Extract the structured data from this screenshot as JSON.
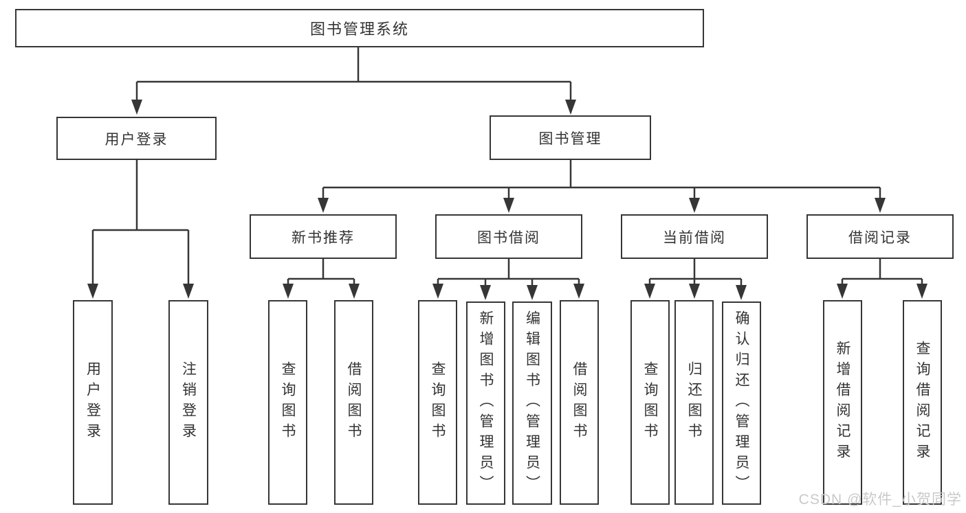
{
  "tree": {
    "root": {
      "label": "图书管理系统"
    },
    "user_login": {
      "label": "用户登录",
      "children": [
        {
          "label": "用户登录"
        },
        {
          "label": "注销登录"
        }
      ]
    },
    "book_management": {
      "label": "图书管理",
      "children": [
        {
          "label": "新书推荐",
          "children": [
            {
              "label": "查询图书"
            },
            {
              "label": "借阅图书"
            }
          ]
        },
        {
          "label": "图书借阅",
          "children": [
            {
              "label": "查询图书"
            },
            {
              "label": "新增图书（管理员）"
            },
            {
              "label": "编辑图书（管理员）"
            },
            {
              "label": "借阅图书"
            }
          ]
        },
        {
          "label": "当前借阅",
          "children": [
            {
              "label": "查询图书"
            },
            {
              "label": "归还图书"
            },
            {
              "label": "确认归还（管理员）"
            }
          ]
        },
        {
          "label": "借阅记录",
          "children": [
            {
              "label": "新增借阅记录"
            },
            {
              "label": "查询借阅记录"
            }
          ]
        }
      ]
    }
  },
  "watermark": "CSDN @软件_小贺同学",
  "colors": {
    "line": "#363636",
    "box_border": "#363636",
    "box_background": "#ffffff",
    "text": "#333333",
    "watermark": "#c9c9c9"
  }
}
